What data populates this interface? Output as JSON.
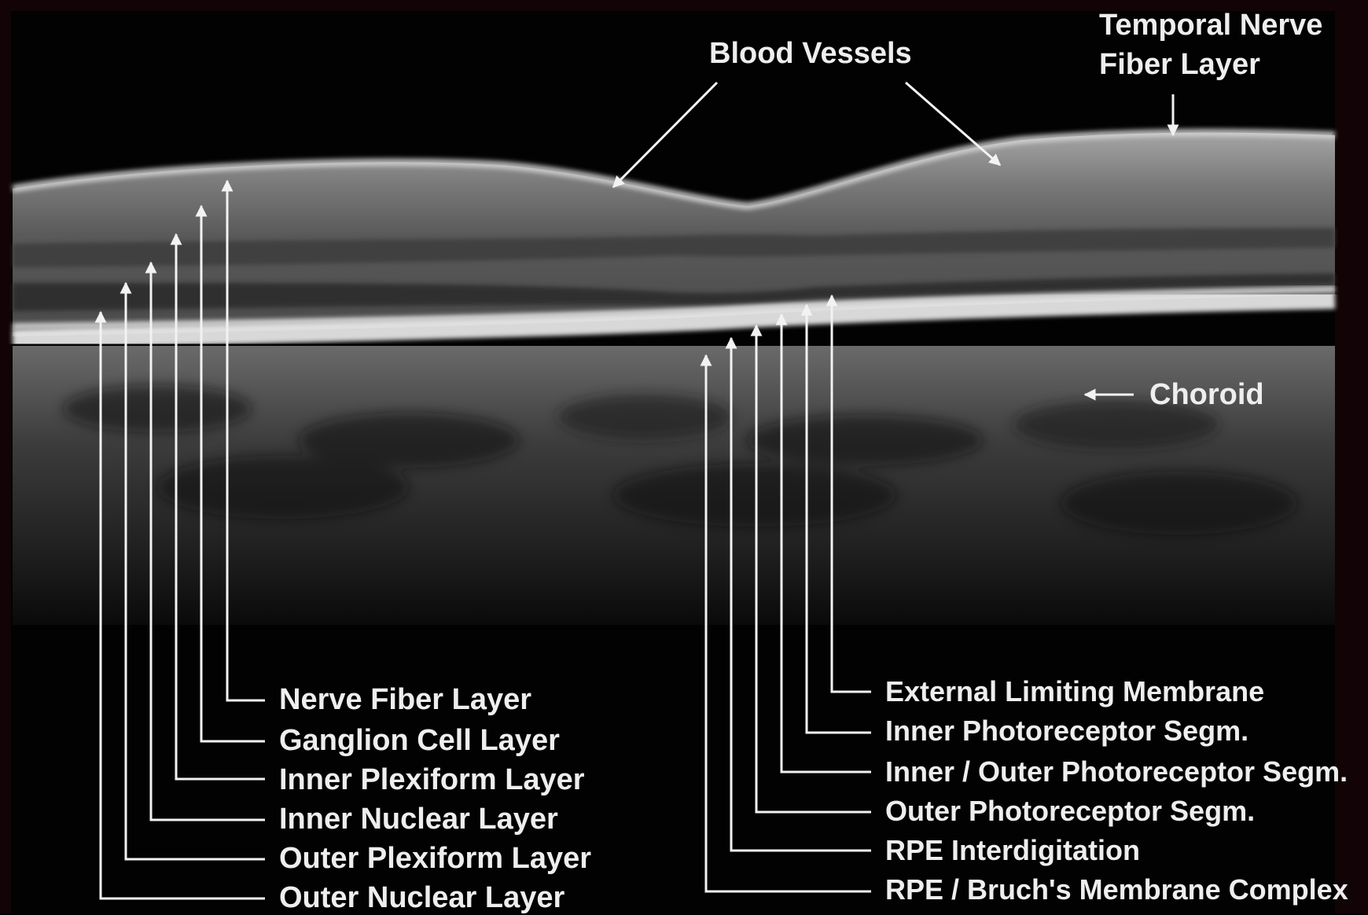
{
  "annotations": {
    "blood_vessels": "Blood Vessels",
    "temporal_nerve_line1": "Temporal Nerve",
    "temporal_nerve_line2": "Fiber Layer",
    "choroid": "Choroid"
  },
  "inner_layers": [
    "Nerve Fiber Layer",
    "Ganglion Cell Layer",
    "Inner Plexiform Layer",
    "Inner Nuclear Layer",
    "Outer Plexiform Layer",
    "Outer Nuclear Layer"
  ],
  "outer_layers": [
    "External Limiting Membrane",
    "Inner Photoreceptor Segm.",
    "Inner / Outer Photoreceptor Segm.",
    "Outer Photoreceptor Segm.",
    "RPE Interdigitation",
    "RPE / Bruch's Membrane Complex"
  ]
}
